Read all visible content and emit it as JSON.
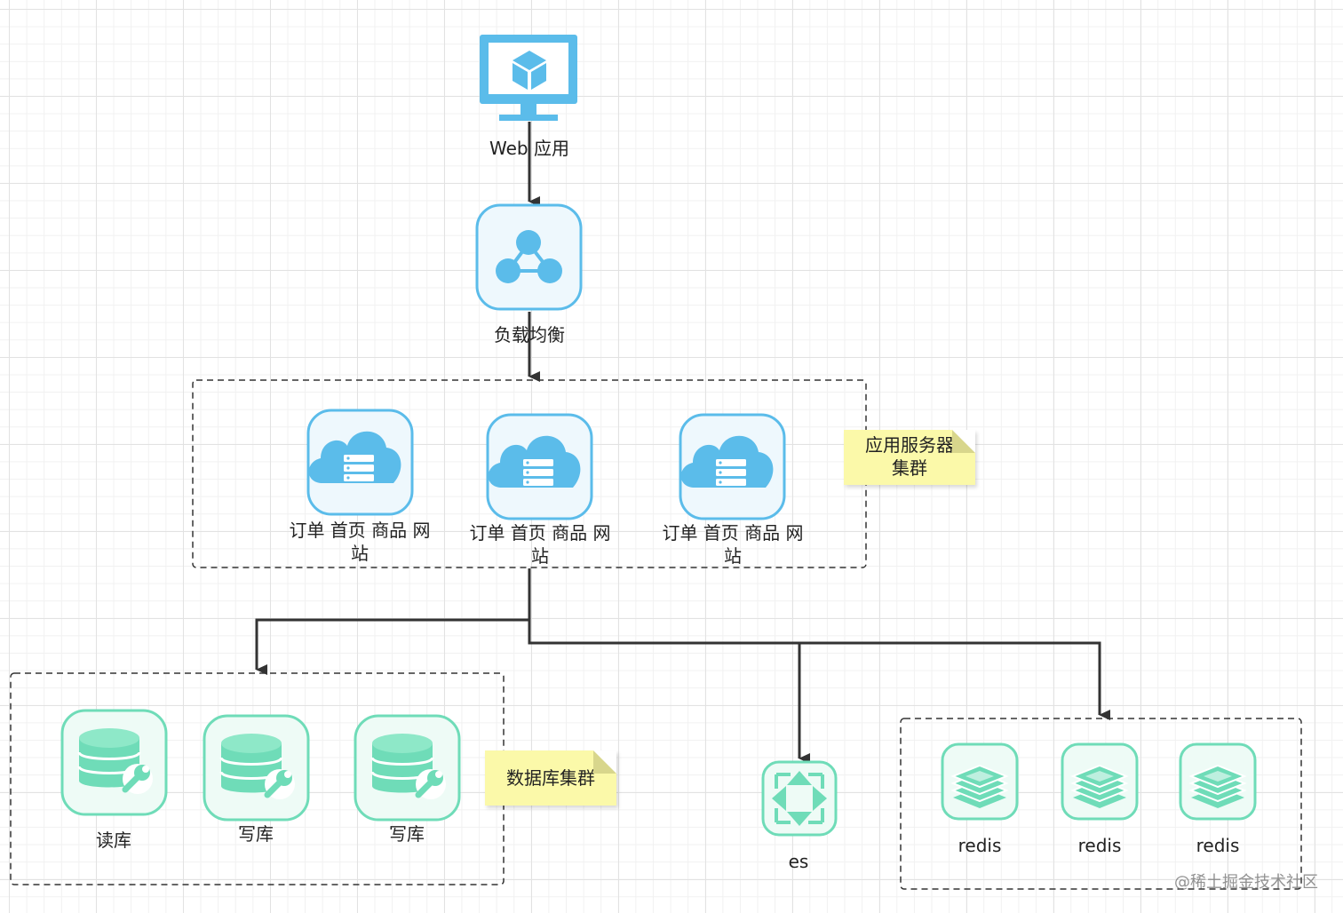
{
  "colors": {
    "blue": "#5bbcea",
    "green": "#6fdcb8",
    "note": "#fbf9a9",
    "line": "#333333"
  },
  "nodes": {
    "web_app": {
      "label": "Web 应用",
      "icon": "monitor-cube-icon"
    },
    "load_balancer": {
      "label": "负载均衡",
      "icon": "load-balancer-icon"
    },
    "app_servers": [
      {
        "label_line1": "订单 首页 商品 网",
        "label_line2": "站",
        "icon": "cloud-server-icon"
      },
      {
        "label_line1": "订单 首页 商品 网",
        "label_line2": "站",
        "icon": "cloud-server-icon"
      },
      {
        "label_line1": "订单 首页 商品 网",
        "label_line2": "站",
        "icon": "cloud-server-icon"
      }
    ],
    "databases": [
      {
        "label": "读库",
        "icon": "database-wrench-icon"
      },
      {
        "label": "写库",
        "icon": "database-wrench-icon"
      },
      {
        "label": "写库",
        "icon": "database-wrench-icon"
      }
    ],
    "es": {
      "label": "es",
      "icon": "search-service-icon"
    },
    "redis": [
      {
        "label": "redis",
        "icon": "redis-stack-icon"
      },
      {
        "label": "redis",
        "icon": "redis-stack-icon"
      },
      {
        "label": "redis",
        "icon": "redis-stack-icon"
      }
    ]
  },
  "notes": {
    "app_cluster_line1": "应用服务器",
    "app_cluster_line2": "集群",
    "db_cluster": "数据库集群"
  },
  "watermark": "@稀土掘金技术社区"
}
